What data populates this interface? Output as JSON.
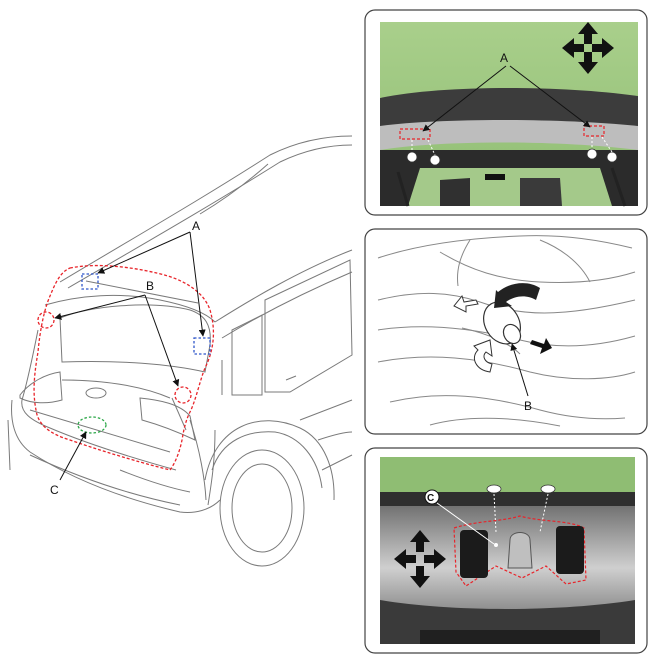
{
  "callouts": {
    "main_a": "A",
    "main_b": "B",
    "main_c": "C",
    "panel1_a": "A",
    "panel2_b": "B",
    "panel3_c": "C"
  },
  "colors": {
    "marker_red": "#e8242a",
    "marker_blue": "#2f56c9",
    "marker_green": "#2ea84a",
    "panel_border": "#444444",
    "photo_green": "#8fbd73",
    "photo_gray": "#9a9a9a"
  },
  "icons": {
    "panel1": "four-way-move-arrows-icon",
    "panel2_rotate": "rotate-arrow-icon",
    "panel2_pull": "pull-direction-arrow-icon",
    "panel3": "four-way-move-arrows-icon"
  }
}
